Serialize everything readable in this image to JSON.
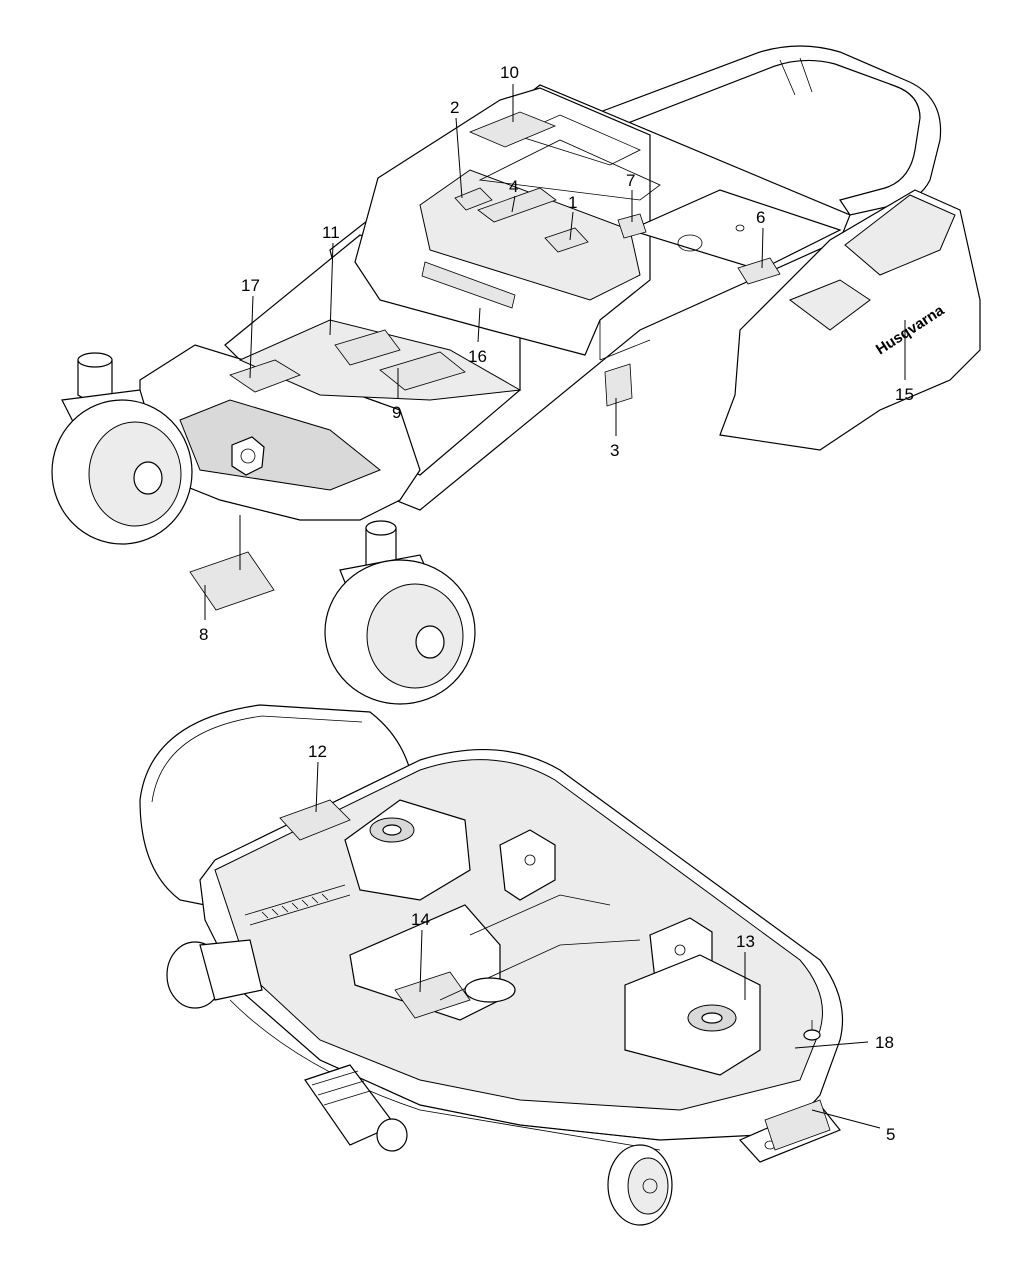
{
  "callouts": {
    "c1": "1",
    "c2": "2",
    "c3": "3",
    "c4": "4",
    "c5": "5",
    "c6": "6",
    "c7": "7",
    "c8": "8",
    "c9": "9",
    "c10": "10",
    "c11": "11",
    "c12": "12",
    "c13": "13",
    "c14": "14",
    "c15": "15",
    "c16": "16",
    "c17": "17",
    "c18": "18"
  },
  "logo_text": "Husqvarna",
  "colors": {
    "line": "#000000",
    "fill": "#ffffff",
    "shade": "#d9d9d9"
  }
}
